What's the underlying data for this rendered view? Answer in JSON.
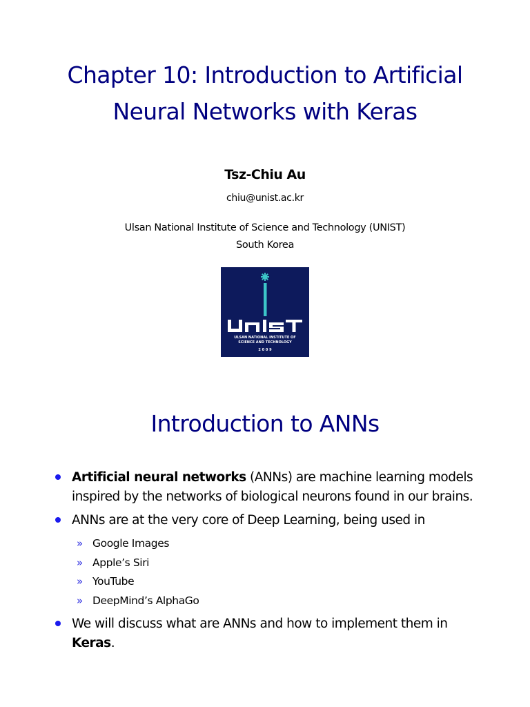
{
  "slide1": {
    "title_line1": "Chapter 10: Introduction to Artificial",
    "title_line2": "Neural Networks with Keras",
    "author": "Tsz-Chiu Au",
    "email": "chiu@unist.ac.kr",
    "affiliation_line1": "Ulsan National Institute of Science and Technology (UNIST)",
    "affiliation_line2": "South Korea",
    "logo": {
      "wordmark": "UNIST",
      "subtitle_line1": "ULSAN NATIONAL INSTITUTE OF",
      "subtitle_line2": "SCIENCE AND TECHNOLOGY",
      "year": "2 0 0 9",
      "background_color": "#0d1a5c",
      "accent_color": "#3cc6c9"
    }
  },
  "slide2": {
    "title": "Introduction to ANNs",
    "bullets": [
      {
        "bold": "Artificial neural networks",
        "text": " (ANNs) are machine learning models inspired by the networks of biological neurons found in our brains."
      },
      {
        "text": "ANNs are at the very core of Deep Learning, being used in",
        "subitems": [
          "Google Images",
          "Apple’s Siri",
          "YouTube",
          "DeepMind’s AlphaGo"
        ]
      },
      {
        "text": "We will discuss what are ANNs and how to implement them in ",
        "bold_tail": "Keras",
        "tail": "."
      }
    ],
    "sub_marker": "»"
  },
  "colors": {
    "title": "#000080",
    "bullet_dot": "#1a1aee",
    "sub_marker": "#2a2ae0"
  }
}
